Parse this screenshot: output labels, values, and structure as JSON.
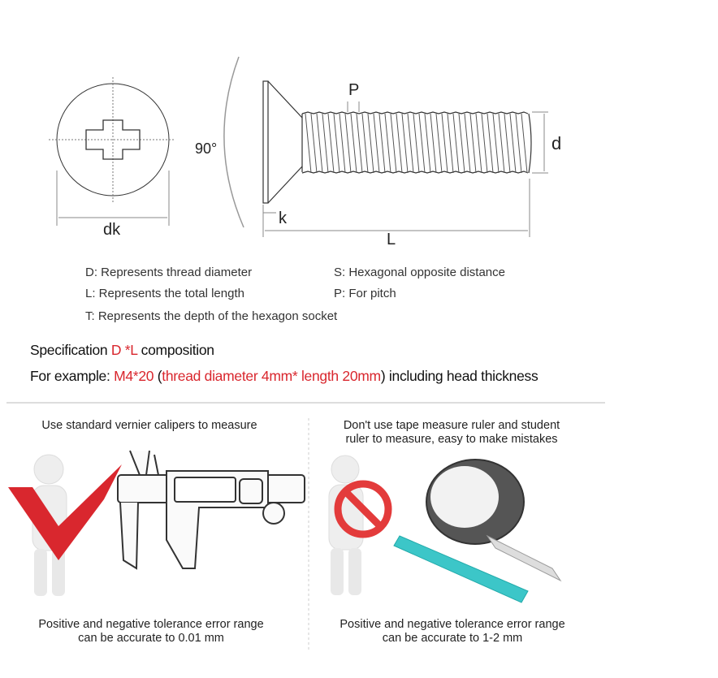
{
  "diagram": {
    "labels": {
      "p": "P",
      "d": "d",
      "angle": "90°",
      "dk": "dk",
      "k": "k",
      "l": "L"
    }
  },
  "legend": [
    "D: Represents thread diameter",
    "S: Hexagonal opposite distance",
    "L: Represents the total length",
    "P: For pitch",
    "T: Represents the depth of the hexagon socket"
  ],
  "spec": {
    "prefix": "Specification ",
    "formula": "D *L",
    "suffix": " composition"
  },
  "example": {
    "prefix": "For example: ",
    "code": "M4*20",
    "open": " (",
    "detail": "thread diameter 4mm* length 20mm",
    "suffix": ") including head thickness"
  },
  "left_panel": {
    "title": "Use standard vernier calipers to measure",
    "caption_line1": "Positive and negative tolerance error range",
    "caption_line2": "can be accurate to 0.01 mm"
  },
  "right_panel": {
    "title_line1": "Don't use tape measure ruler and student",
    "title_line2": "ruler to measure, easy to make mistakes",
    "caption_line1": "Positive and negative tolerance error range",
    "caption_line2": "can be accurate to 1-2 mm"
  },
  "colors": {
    "accent": "#d9272e",
    "ruler": "#3cc6c8"
  }
}
